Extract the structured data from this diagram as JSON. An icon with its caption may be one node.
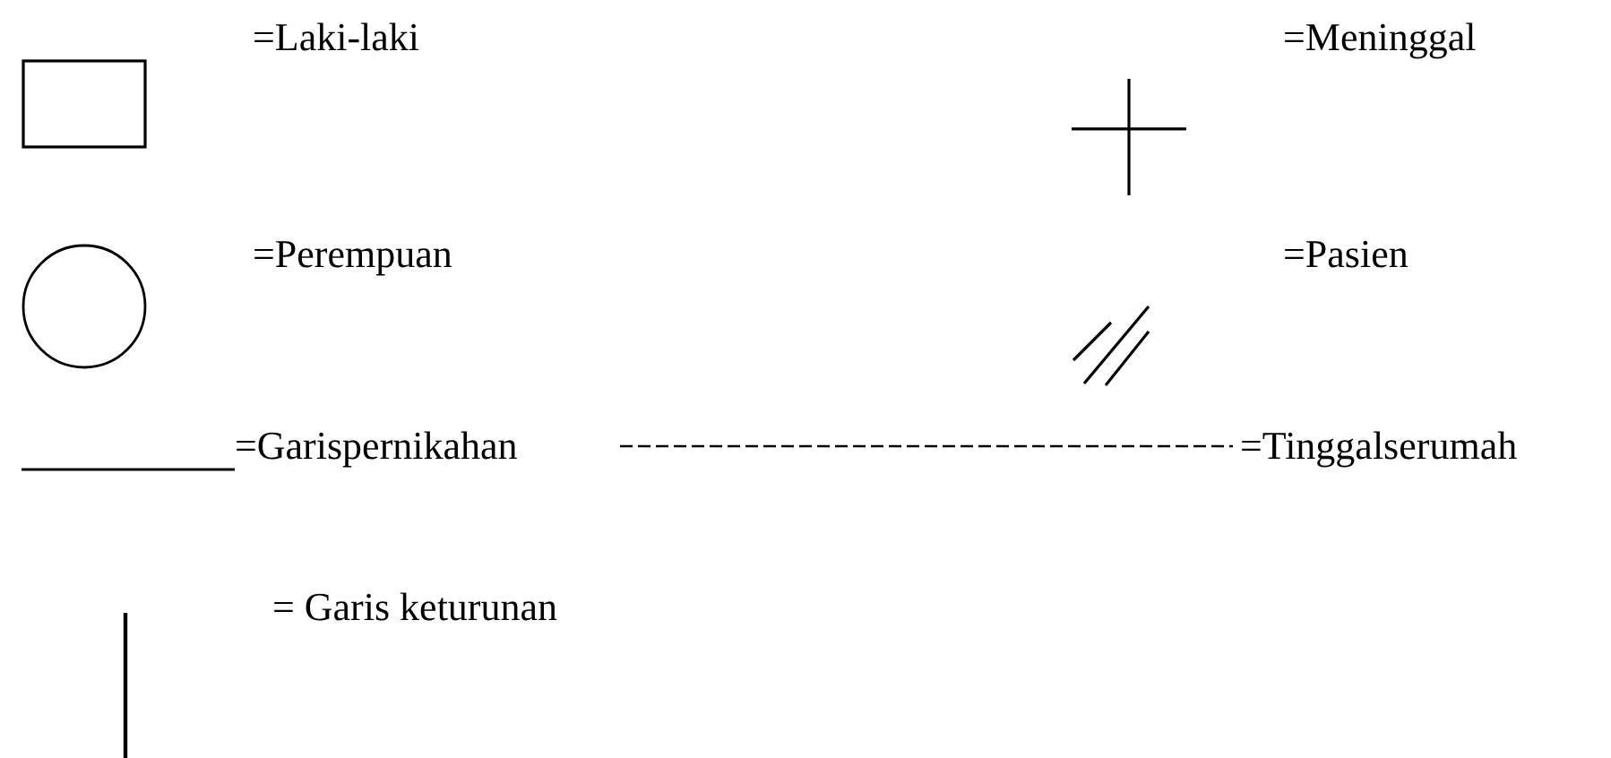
{
  "diagram": {
    "legend": [
      {
        "text": "=Laki-laki"
      },
      {
        "text": "=Meninggal"
      },
      {
        "text": "=Perempuan"
      },
      {
        "text": "=Pasien"
      },
      {
        "text": "=Garispernikahan"
      },
      {
        "text": "=Tinggalserumah"
      },
      {
        "text": "= Garis keturunan"
      }
    ]
  }
}
